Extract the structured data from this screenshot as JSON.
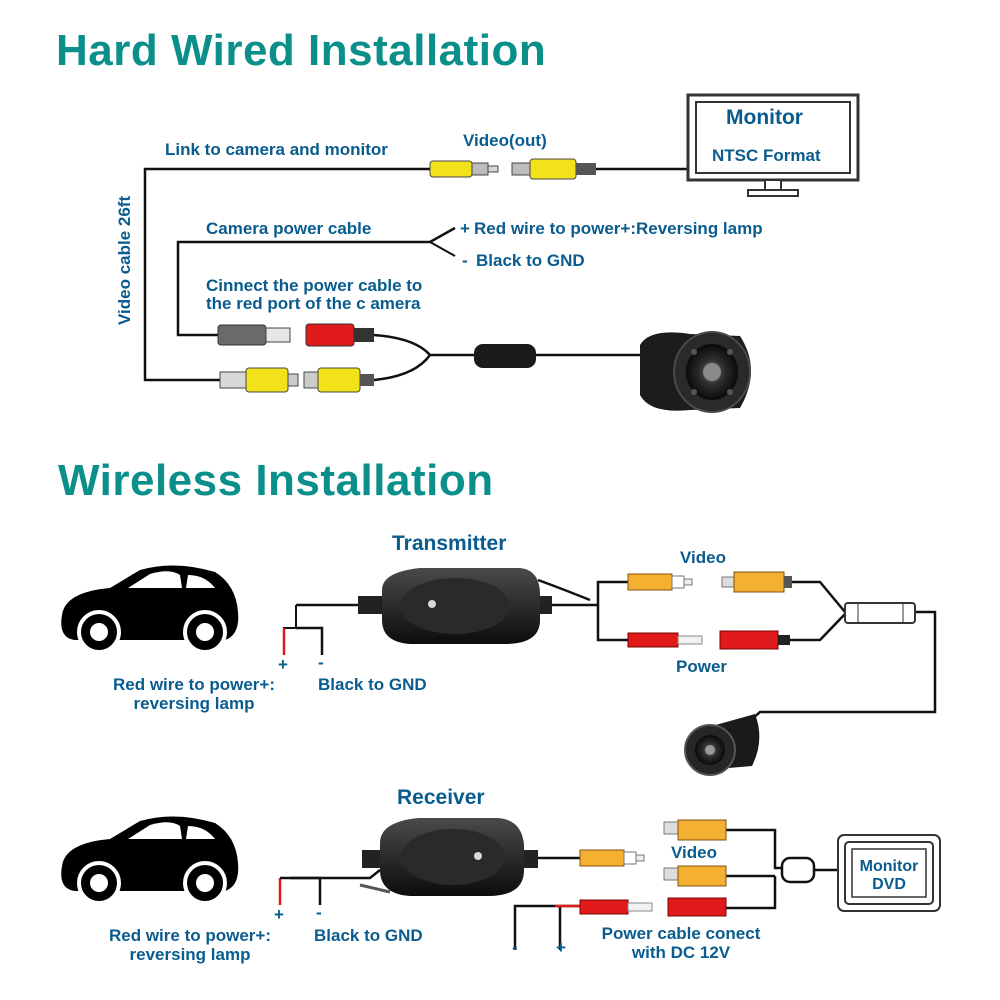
{
  "hard_wired": {
    "title": "Hard Wired Installation",
    "link_label": "Link to camera and monitor",
    "video_out_label": "Video(out)",
    "monitor_title": "Monitor",
    "monitor_format": "NTSC Format",
    "power_cable_label": "Camera power cable",
    "red_wire_label": "Red wire to power+:Reversing lamp",
    "black_wire_label": "Black to GND",
    "plus_sign": "+",
    "minus_sign": "-",
    "connect_note_line1": "Cinnect the power cable to",
    "connect_note_line2": "the red port of the c amera",
    "video_cable_label": "Video cable 26ft"
  },
  "wireless": {
    "title": "Wireless Installation",
    "transmitter": {
      "title": "Transmitter",
      "video_label": "Video",
      "power_label": "Power",
      "plus_sign": "+",
      "minus_sign": "-",
      "red_wire_line1": "Red wire to power+:",
      "red_wire_line2": "reversing lamp",
      "black_wire_label": "Black to GND"
    },
    "receiver": {
      "title": "Receiver",
      "video_label": "Video",
      "monitor_line1": "Monitor",
      "monitor_line2": "DVD",
      "plus_sign": "+",
      "minus_sign": "-",
      "red_wire_line1": "Red wire to power+:",
      "red_wire_line2": "reversing lamp",
      "black_wire_label": "Black to GND",
      "dc_plus": "+",
      "dc_minus": "-",
      "power_note_line1": "Power cable conect",
      "power_note_line2": "with DC 12V"
    }
  },
  "colors": {
    "title": "#0b8f8a",
    "label": "#0a5c8e",
    "wire": "#111111",
    "yellow_plug": "#f2e21a",
    "red_plug": "#e01a1a"
  }
}
